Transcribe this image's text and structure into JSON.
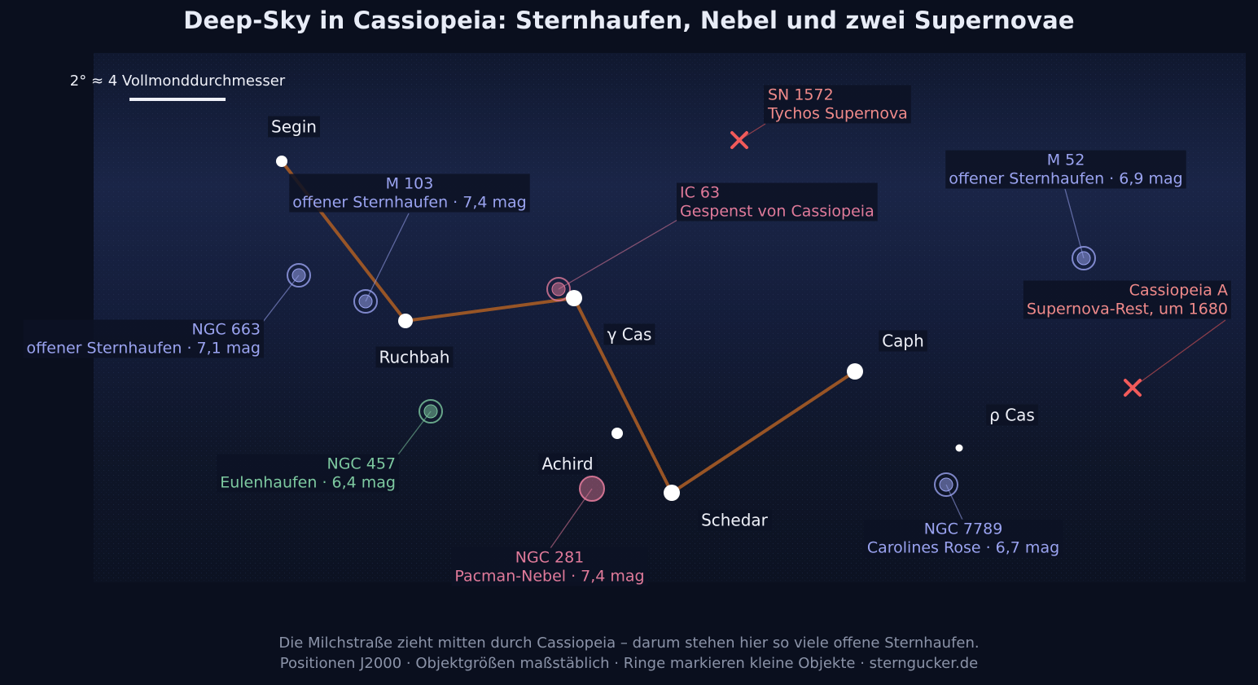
{
  "title": "Deep-Sky in Cassiopeia: Sternhaufen, Nebel und zwei Supernovae",
  "scale_label": "2° ≈ 4 Vollmonddurchmesser",
  "footer": {
    "line1": "Die Milchstraße zieht mitten durch Cassiopeia – darum stehen hier so viele offene Sternhaufen.",
    "line2": "Positionen J2000 · Objektgrößen maßstäblich · Ringe markieren kleine Objekte · sterngucker.de"
  },
  "colors": {
    "background": "#0a0f1e",
    "sky_band": "#1a2547",
    "constellation_line": "#a45a25",
    "star": "#ffffff",
    "cluster": "#9aa3f0",
    "cluster_eulen": "#7dc9a0",
    "nebula": "#e07a9a",
    "supernova": "#f15a5a",
    "supernova_label": "#f08a8a",
    "label_text": "#eef0f8",
    "label_box": "#0d1224"
  },
  "stars": [
    {
      "name": "Segin",
      "mag": 3.4
    },
    {
      "name": "Ruchbah",
      "mag": 2.7
    },
    {
      "name": "γ Cas",
      "mag": 2.2
    },
    {
      "name": "Schedar",
      "mag": 2.2
    },
    {
      "name": "Caph",
      "mag": 2.3
    },
    {
      "name": "Achird",
      "mag": 3.4
    },
    {
      "name": "ρ Cas",
      "mag": 4.5
    }
  ],
  "constellation_lines": [
    [
      "Segin",
      "Ruchbah"
    ],
    [
      "Ruchbah",
      "γ Cas"
    ],
    [
      "γ Cas",
      "Schedar"
    ],
    [
      "Schedar",
      "Caph"
    ]
  ],
  "objects": [
    {
      "id": "m103",
      "kind": "cluster",
      "name": "M 103",
      "desc": "offener Sternhaufen · 7,4 mag"
    },
    {
      "id": "ngc663",
      "kind": "cluster",
      "name": "NGC 663",
      "desc": "offener Sternhaufen · 7,1 mag"
    },
    {
      "id": "ngc457",
      "kind": "cluster_eulen",
      "name": "NGC 457",
      "desc": "Eulenhaufen · 6,4 mag"
    },
    {
      "id": "ic63",
      "kind": "nebula",
      "name": "IC 63",
      "desc": "Gespenst von Cassiopeia"
    },
    {
      "id": "ngc281",
      "kind": "nebula",
      "name": "NGC 281",
      "desc": "Pacman-Nebel · 7,4 mag"
    },
    {
      "id": "m52",
      "kind": "cluster",
      "name": "M 52",
      "desc": "offener Sternhaufen · 6,9 mag"
    },
    {
      "id": "ngc7789",
      "kind": "cluster",
      "name": "NGC 7789",
      "desc": "Carolines Rose · 6,7 mag"
    },
    {
      "id": "sn1572",
      "kind": "supernova",
      "name": "SN 1572",
      "desc": "Tychos Supernova"
    },
    {
      "id": "casa",
      "kind": "supernova",
      "name": "Cassiopeia A",
      "desc": "Supernova-Rest, um 1680"
    }
  ]
}
